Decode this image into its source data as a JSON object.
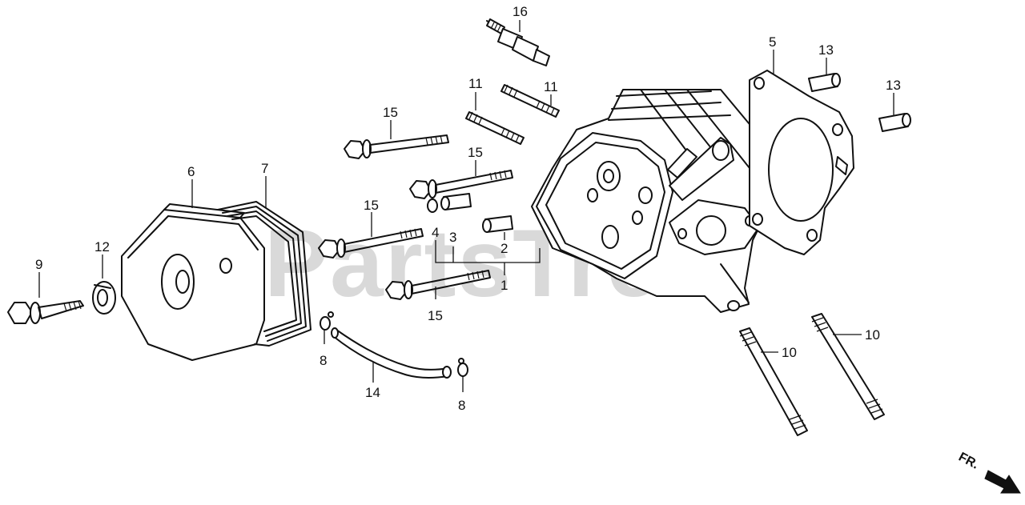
{
  "watermark": "PartsTree",
  "direction_label": "FR.",
  "callouts": {
    "c1": "1",
    "c2": "2",
    "c3": "3",
    "c4": "4",
    "c5": "5",
    "c6": "6",
    "c7": "7",
    "c8a": "8",
    "c8b": "8",
    "c9": "9",
    "c10a": "10",
    "c10b": "10",
    "c11a": "11",
    "c11b": "11",
    "c12": "12",
    "c13a": "13",
    "c13b": "13",
    "c14": "14",
    "c15a": "15",
    "c15b": "15",
    "c15c": "15",
    "c15d": "15",
    "c16": "16"
  },
  "colors": {
    "line": "#111111",
    "watermark": "#d9d9d9",
    "background": "#ffffff"
  },
  "icons": {
    "direction": "arrow-icon"
  }
}
